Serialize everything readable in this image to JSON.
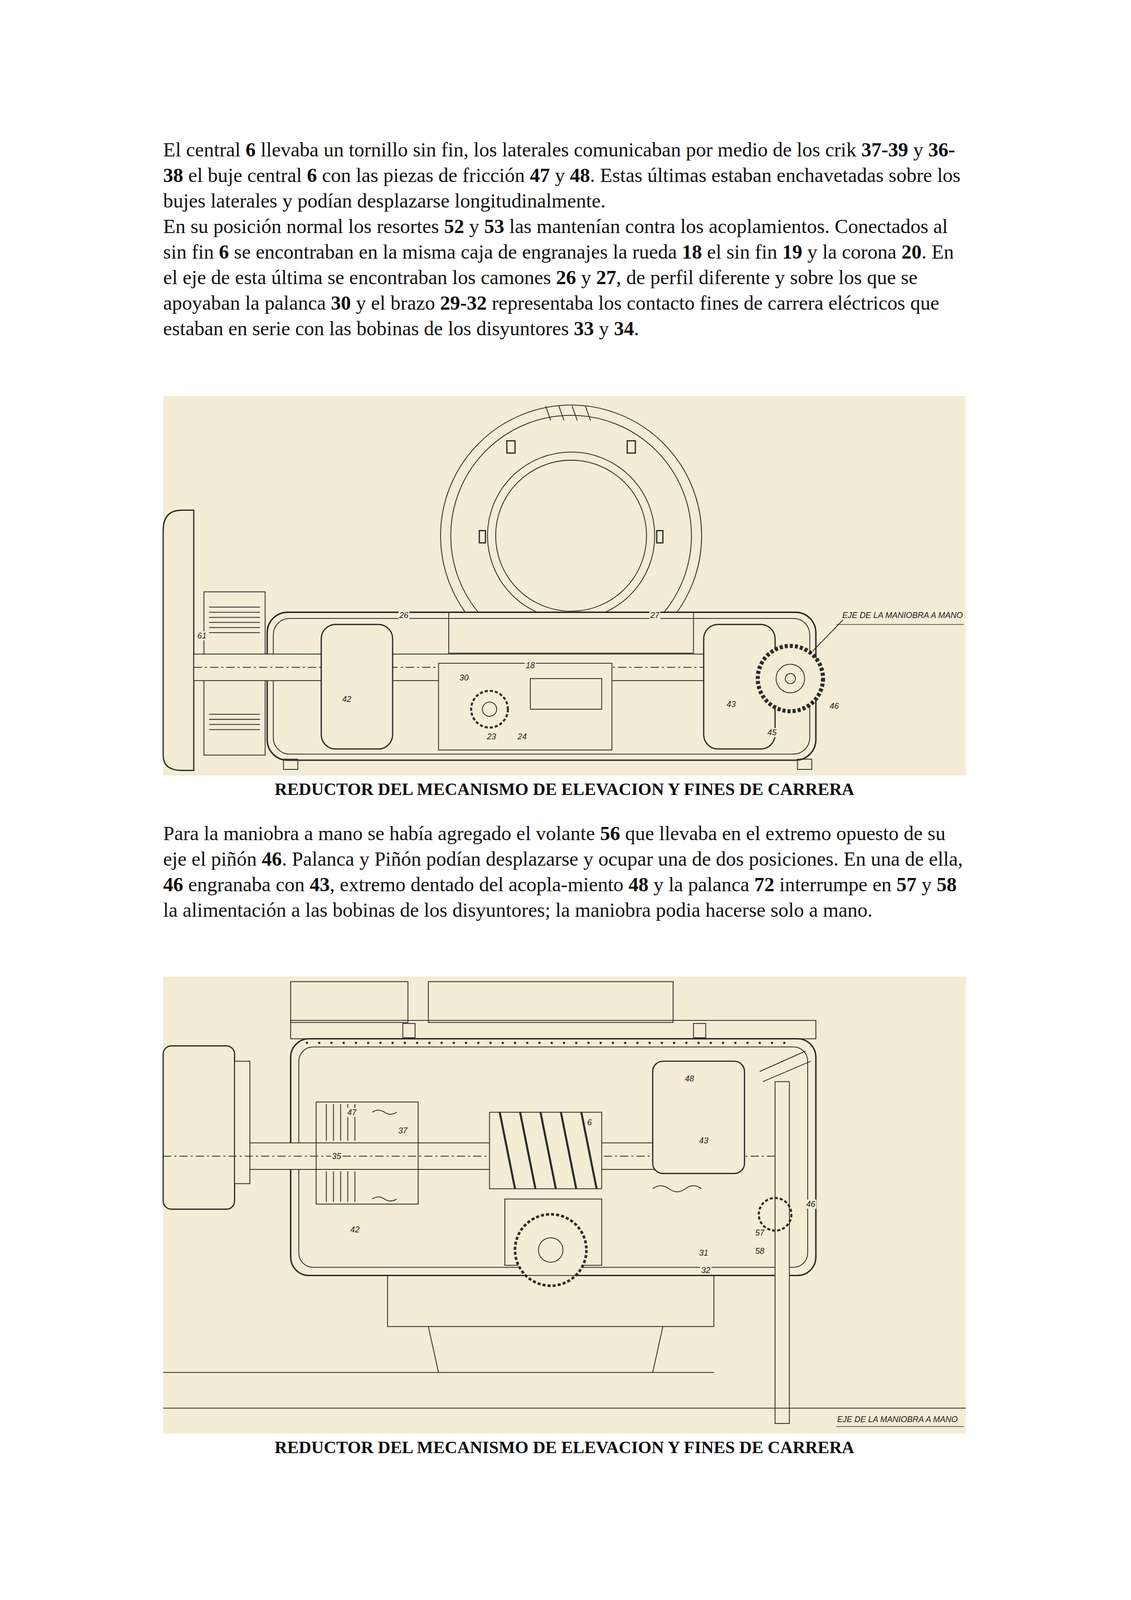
{
  "diagram": {
    "labels": [
      "El central 6 llevaba un tornillo sin fin, los laterales comunicaban por medio de los crik 37-39 y 36-38 el buje central 6 con las piezas de fricción 47 y 48. Estas últimas estaban enchavetadas sobre los bujes laterales y podían desplazarse longitudinalmente.",
      "En su posición normal los resortes 52 y 53 las mantenían contra los acoplamientos. Conectados al sin fin 6 se encontraban en la misma caja de engranajes la rueda 18 el sin fin 19 y la corona 20. En el eje de esta última se encontraban los camones 26 y 27, de perfil diferente y sobre los que se apoyaban la palanca 30 y el brazo 29-32 representaba los contacto fines de carrera eléctricos que estaban en serie con las bobinas de los disyuntores 33 y 34.",
      "61",
      "42",
      "26",
      "27",
      "18",
      "30",
      "23",
      "24",
      "43",
      "45",
      "46",
      "EJE DE LA MANIOBRA A MANO",
      "REDUCTOR DEL MECANISMO DE ELEVACION Y FINES DE CARRERA",
      "Para la maniobra a mano se había agregado el volante 56 que llevaba en el extremo opuesto de su eje el piñón 46. Palanca y Piñón podían desplazarse y ocupar una de dos posiciones. En una de ella, 46 engranaba con 43, extremo dentado del acopla-miento 48 y la palanca 72 interrumpe en 57 y 58 la alimentación a las bobinas de los disyuntores; la maniobra podia hacerse solo a mano.",
      "47",
      "35",
      "37",
      "42",
      "6",
      "48",
      "43",
      "31",
      "32",
      "46",
      "57",
      "58",
      "EJE DE LA MANIOBRA A MANO",
      "REDUCTOR DEL MECANISMO DE ELEVACION Y FINES DE CARRERA"
    ]
  }
}
